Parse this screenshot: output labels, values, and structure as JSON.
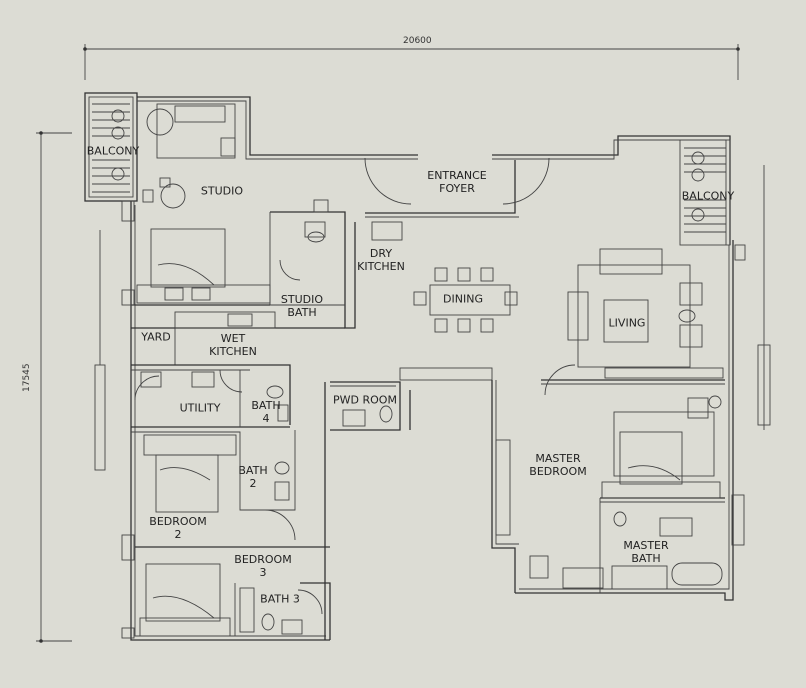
{
  "dimensions": {
    "width": "20600",
    "height": "17545"
  },
  "rooms": {
    "balcony_left": "BALCONY",
    "balcony_right": "BALCONY",
    "studio": "STUDIO",
    "entrance_foyer": "ENTRANCE\nFOYER",
    "dry_kitchen": "DRY\nKITCHEN",
    "dining": "DINING",
    "living": "LIVING",
    "studio_bath": "STUDIO\nBATH",
    "yard": "YARD",
    "wet_kitchen": "WET\nKITCHEN",
    "pwd_room": "PWD ROOM",
    "utility": "UTILITY",
    "bath4": "BATH\n4",
    "master_bedroom": "MASTER\nBEDROOM",
    "bath2": "BATH\n2",
    "bedroom2": "BEDROOM\n2",
    "master_bath": "MASTER\nBATH",
    "bedroom3": "BEDROOM\n3",
    "bath3": "BATH 3"
  },
  "colors": {
    "background": "#dcdcd4",
    "wall": "#333333"
  }
}
